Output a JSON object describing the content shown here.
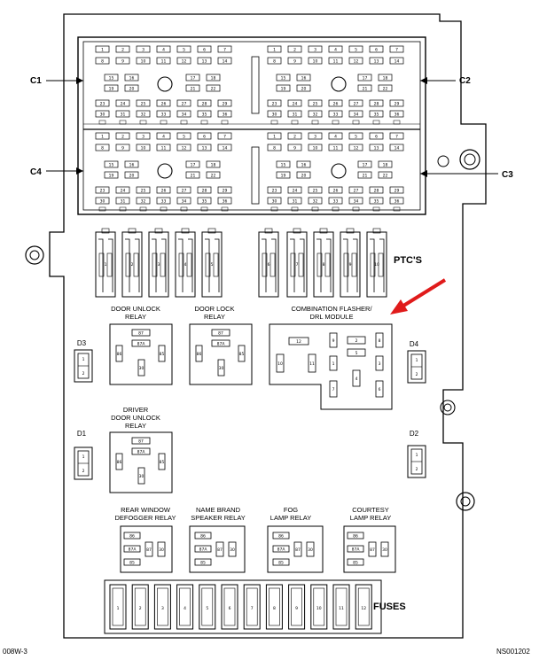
{
  "connectors": {
    "c1": "C1",
    "c2": "C2",
    "c3": "C3",
    "c4": "C4",
    "rows": [
      [
        "1",
        "2",
        "3",
        "4",
        "5",
        "6",
        "7"
      ],
      [
        "8",
        "9",
        "10",
        "11",
        "12",
        "13",
        "14"
      ],
      [
        "15",
        "16",
        "17",
        "18"
      ],
      [
        "19",
        "20",
        "21",
        "22"
      ],
      [
        "23",
        "24",
        "25",
        "26",
        "27",
        "28",
        "29"
      ],
      [
        "30",
        "31",
        "32",
        "33",
        "34",
        "35",
        "36"
      ]
    ]
  },
  "ptc": {
    "label": "PTC'S",
    "numbers": [
      "1",
      "2",
      "3",
      "4",
      "5",
      "6",
      "7",
      "8",
      "9",
      "10"
    ]
  },
  "relays": {
    "door_unlock": {
      "title1": "DOOR UNLOCK",
      "title2": "RELAY"
    },
    "door_lock": {
      "title1": "DOOR LOCK",
      "title2": "RELAY"
    },
    "combo": {
      "title1": "COMBINATION FLASHER/",
      "title2": "DRL MODULE"
    },
    "driver_unlock": {
      "title1": "DRIVER",
      "title2": "DOOR UNLOCK",
      "title3": "RELAY"
    },
    "rear_window": {
      "title1": "REAR WINDOW",
      "title2": "DEFOGGER RELAY"
    },
    "name_brand": {
      "title1": "NAME BRAND",
      "title2": "SPEAKER RELAY"
    },
    "fog": {
      "title1": "FOG",
      "title2": "LAMP RELAY"
    },
    "courtesy": {
      "title1": "COURTESY",
      "title2": "LAMP RELAY"
    },
    "pins": {
      "p87": "87",
      "p87a": "87A",
      "p86": "86",
      "p85": "85",
      "p30": "30"
    },
    "combo_pins": [
      "12",
      "9",
      "2",
      "8",
      "10",
      "11",
      "1",
      "5",
      "3",
      "4",
      "7",
      "6"
    ]
  },
  "diodes": {
    "d1": "D1",
    "d2": "D2",
    "d3": "D3",
    "d4": "D4",
    "pin1": "1",
    "pin2": "2"
  },
  "fuses": {
    "label": "FUSES",
    "numbers": [
      "1",
      "2",
      "3",
      "4",
      "5",
      "6",
      "7",
      "8",
      "9",
      "10",
      "11",
      "12"
    ]
  },
  "footer": {
    "left": "008W-3",
    "right": "NS001202"
  },
  "colors": {
    "line": "#000000",
    "arrow": "#e01b1b",
    "background": "#ffffff"
  }
}
